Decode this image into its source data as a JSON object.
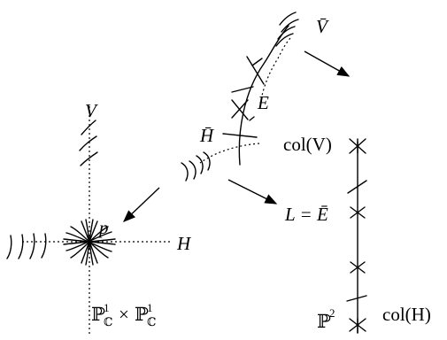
{
  "labels": {
    "v_bar": "V̄",
    "e": "E",
    "h_bar": "H̄",
    "v": "V",
    "p": "p",
    "h": "H",
    "p1xp1": "ℙ¹ℂ × ℙ¹ℂ",
    "col_v": "col(V)",
    "l_eq_e_bar": "L = Ē",
    "p2": "ℙ²",
    "col_h": "col(H)"
  }
}
